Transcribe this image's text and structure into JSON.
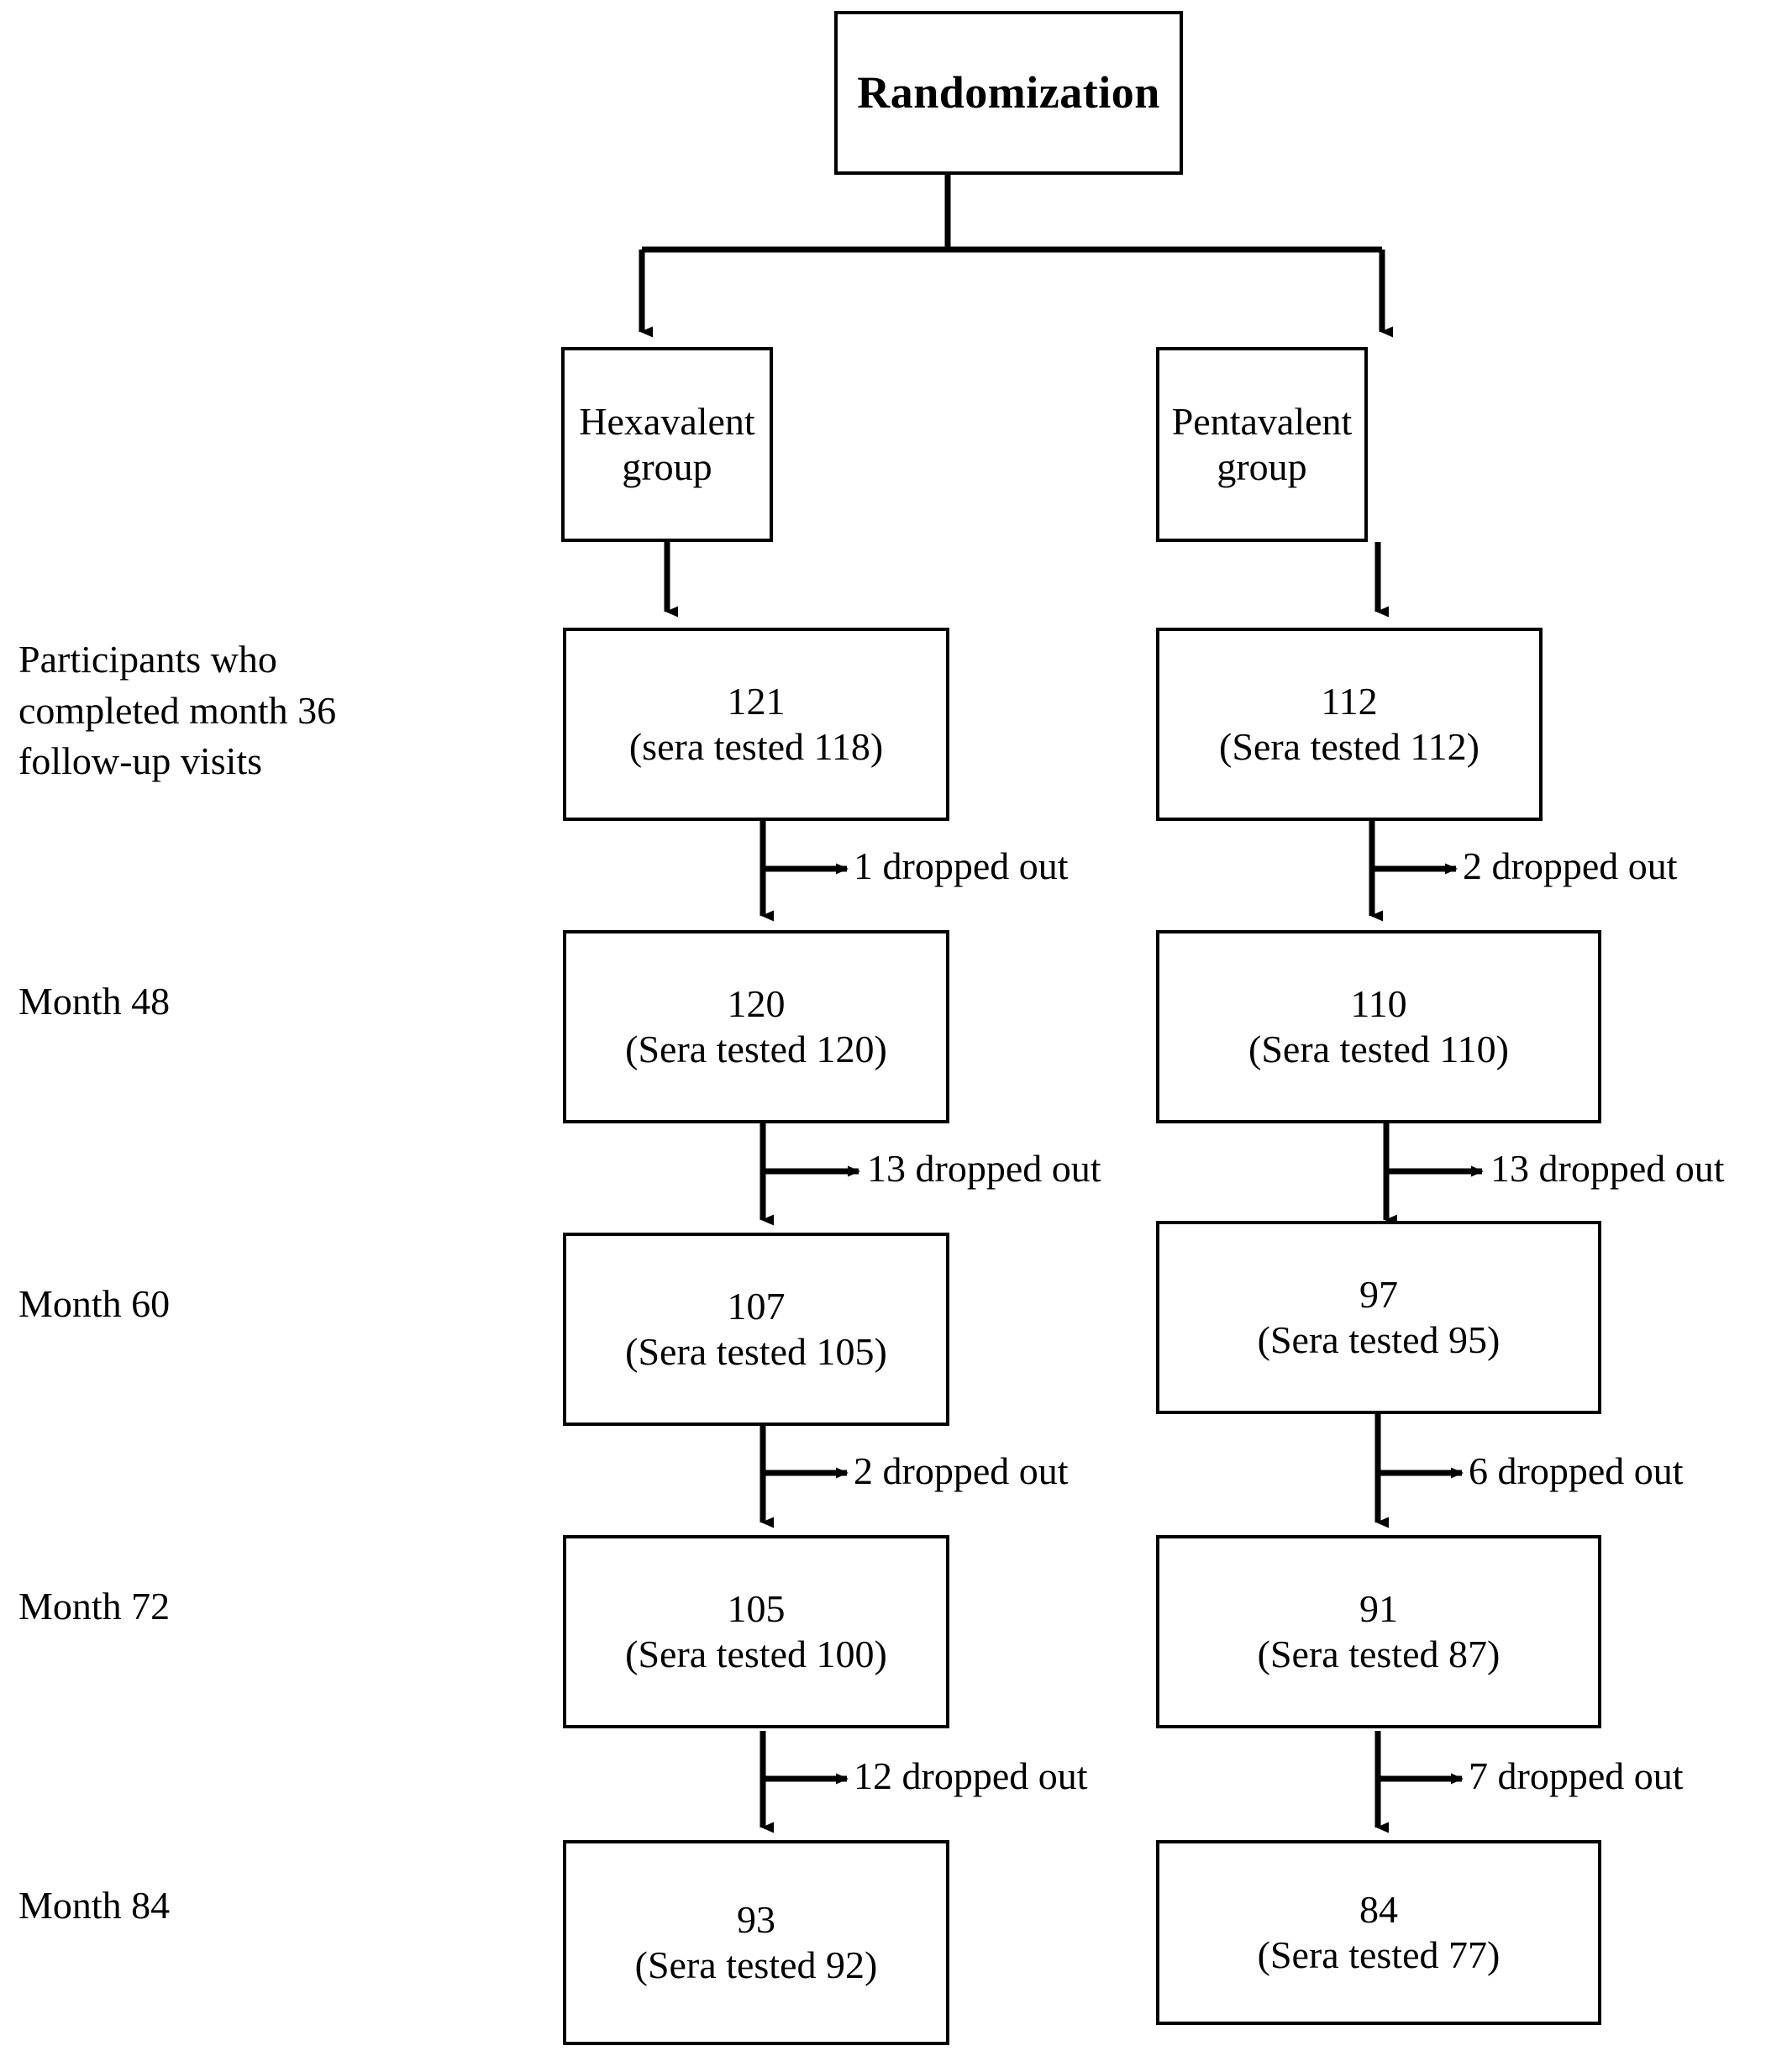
{
  "diagram": {
    "type": "flowchart",
    "title_node": {
      "label": "Randomization"
    },
    "arms": [
      {
        "id": "hexavalent",
        "label": "Hexavalent group"
      },
      {
        "id": "pentavalent",
        "label": "Pentavalent group"
      }
    ],
    "row_labels": [
      "Participants who\ncompleted month 36\nfollow-up visits",
      "Month 48",
      "Month 60",
      "Month 72",
      "Month 84"
    ],
    "rows": [
      {
        "stage": "Participants who completed month 36 follow-up visits",
        "hexavalent": {
          "count": "121",
          "sera": "(sera tested 118)"
        },
        "pentavalent": {
          "count": "112",
          "sera": "(Sera tested 112)"
        }
      },
      {
        "stage": "Month 48",
        "hexavalent": {
          "count": "120",
          "sera": "(Sera tested 120)"
        },
        "pentavalent": {
          "count": "110",
          "sera": "(Sera tested 110)"
        }
      },
      {
        "stage": "Month 60",
        "hexavalent": {
          "count": "107",
          "sera": "(Sera tested 105)"
        },
        "pentavalent": {
          "count": "97",
          "sera": "(Sera tested 95)"
        }
      },
      {
        "stage": "Month 72",
        "hexavalent": {
          "count": "105",
          "sera": "(Sera tested 100)"
        },
        "pentavalent": {
          "count": "91",
          "sera": "(Sera tested 87)"
        }
      },
      {
        "stage": "Month 84",
        "hexavalent": {
          "count": "93",
          "sera": "(Sera tested 92)"
        },
        "pentavalent": {
          "count": "84",
          "sera": "(Sera tested 77)"
        }
      }
    ],
    "dropouts": [
      {
        "after_stage": "month 36",
        "hexavalent": "1 dropped out",
        "pentavalent": "2 dropped out"
      },
      {
        "after_stage": "Month 48",
        "hexavalent": "13 dropped out",
        "pentavalent": "13 dropped out"
      },
      {
        "after_stage": "Month 60",
        "hexavalent": "2 dropped out",
        "pentavalent": "6 dropped out"
      },
      {
        "after_stage": "Month 72",
        "hexavalent": "12 dropped out",
        "pentavalent": "7 dropped out"
      }
    ],
    "colors": {
      "stroke": "#000000",
      "background": "#ffffff",
      "text": "#000000"
    }
  }
}
